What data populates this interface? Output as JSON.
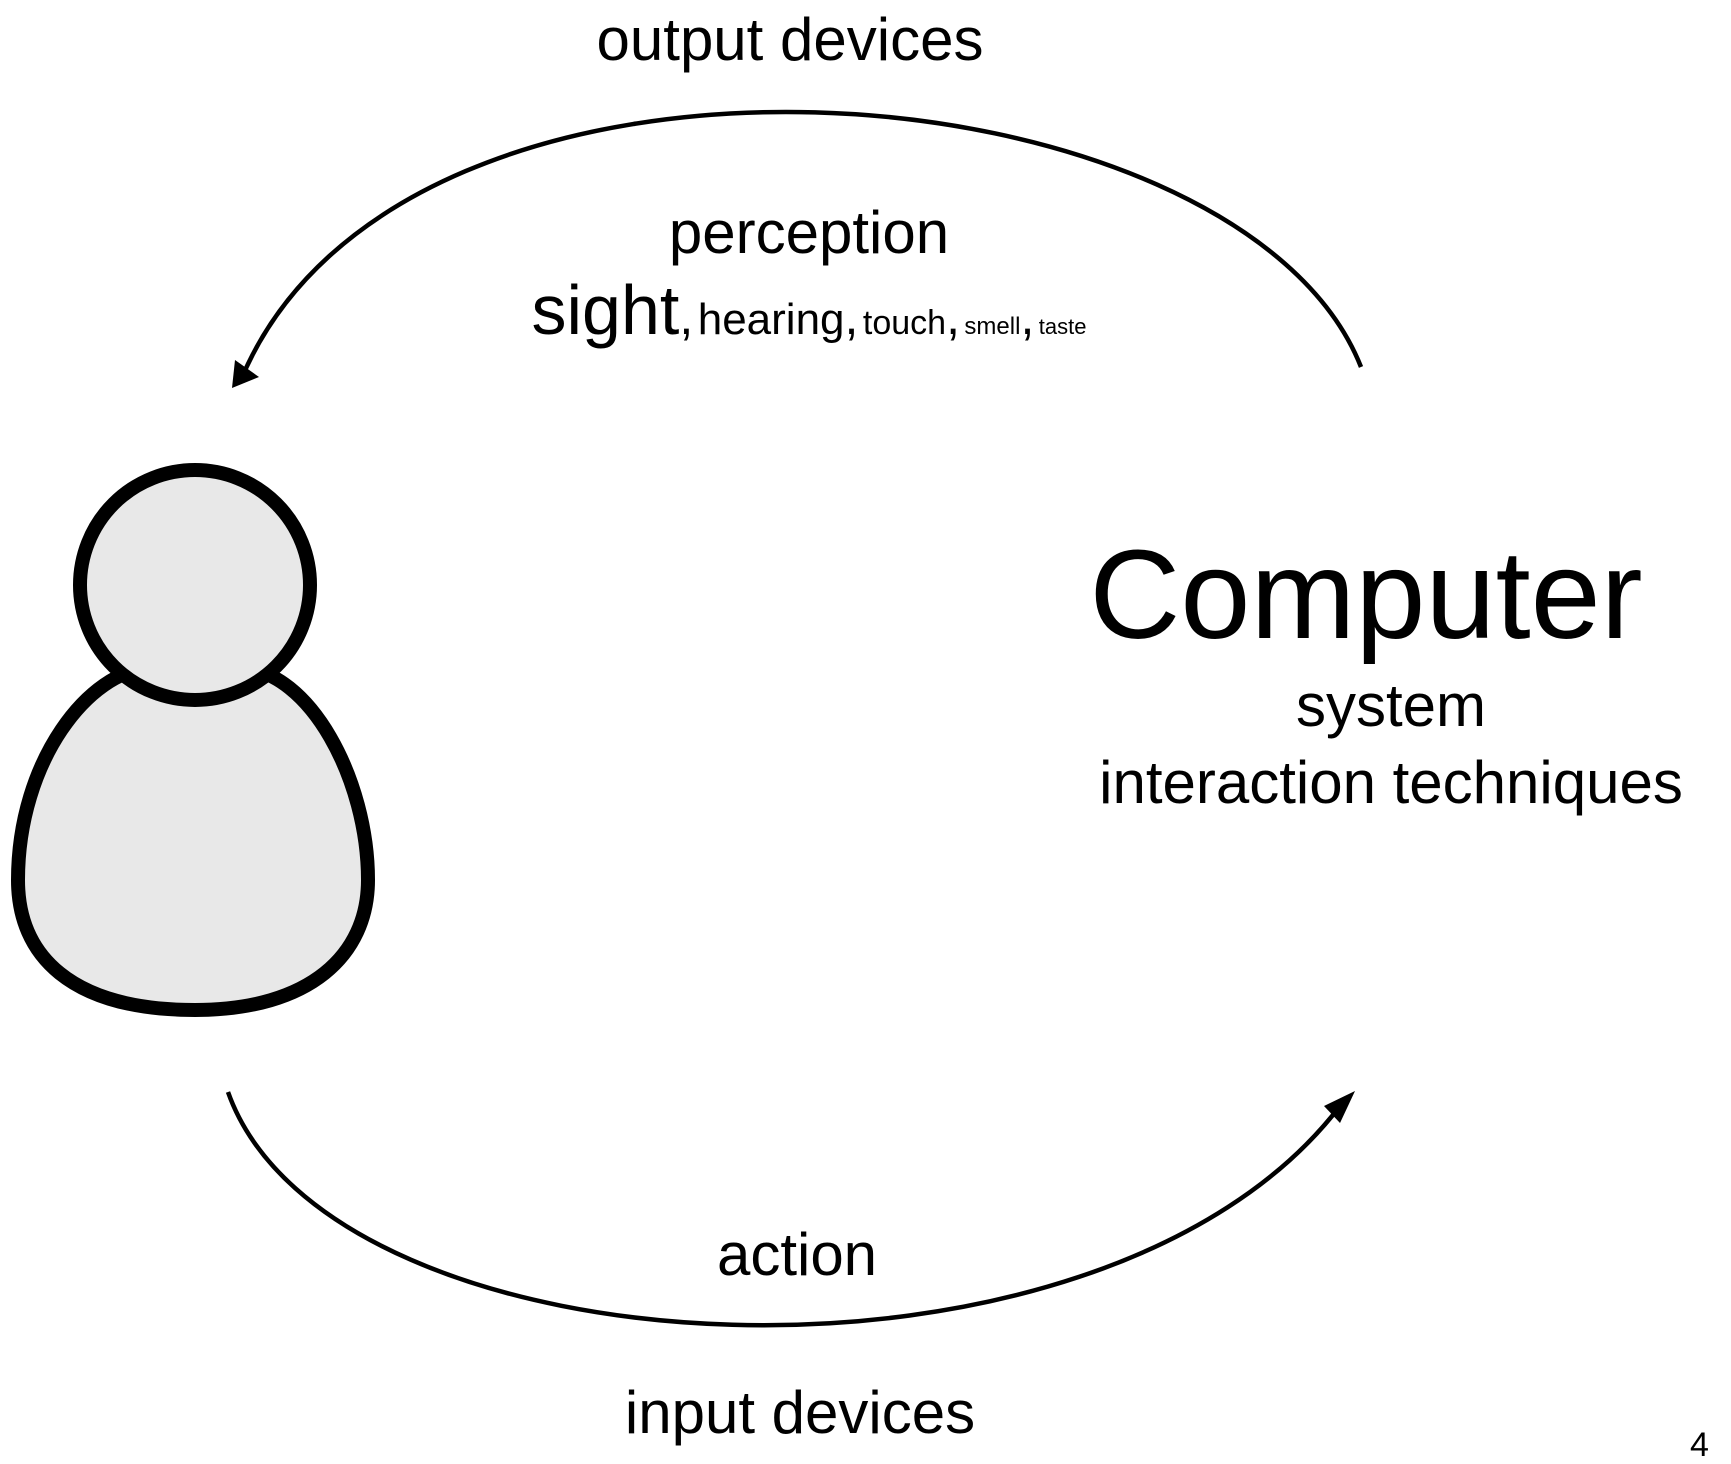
{
  "diagram": {
    "top_arc": {
      "outer_label": "output devices",
      "inner_label": "perception",
      "senses": [
        {
          "label": "sight",
          "separator": ","
        },
        {
          "label": "hearing",
          "separator": ","
        },
        {
          "label": "touch",
          "separator": ","
        },
        {
          "label": "smell",
          "separator": ","
        },
        {
          "label": "taste",
          "separator": ""
        }
      ]
    },
    "computer": {
      "title": "Computer",
      "subtitle_1": "system",
      "subtitle_2": "interaction techniques"
    },
    "bottom_arc": {
      "inner_label": "action",
      "outer_label": "input devices"
    },
    "person_icon": "user-icon",
    "colors": {
      "stroke": "#000000",
      "person_fill": "#e8e8e8",
      "background": "#ffffff"
    }
  },
  "page_number": "4"
}
